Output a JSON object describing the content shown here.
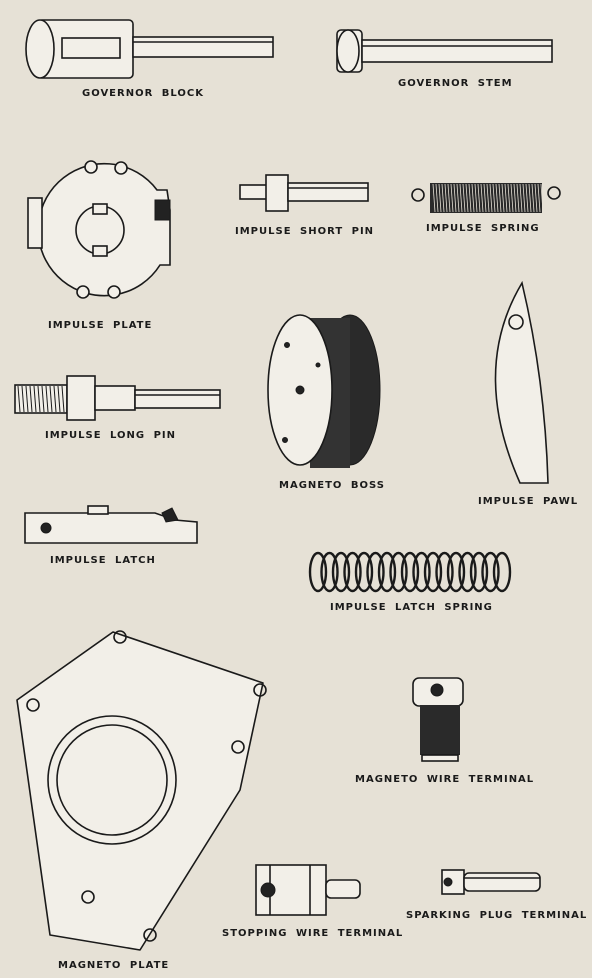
{
  "labels": {
    "governor_block": "GOVERNOR BLOCK",
    "governor_stem": "GOVERNOR STEM",
    "impulse_short_pin": "IMPULSE SHORT PIN",
    "impulse_spring": "IMPULSE SPRING",
    "impulse_plate": "IMPULSE PLATE",
    "impulse_long_pin": "IMPULSE LONG PIN",
    "magneto_boss": "MAGNETO BOSS",
    "impulse_pawl": "IMPULSE PAWL",
    "impulse_latch": "IMPULSE LATCH",
    "impulse_latch_spring": "IMPULSE LATCH SPRING",
    "magneto_wire_terminal": "MAGNETO WIRE TERMINAL",
    "stopping_wire_terminal": "STOPPING WIRE TERMINAL",
    "sparking_plug_terminal": "SPARKING PLUG TERMINAL",
    "magneto_plate": "MAGNETO PLATE"
  }
}
